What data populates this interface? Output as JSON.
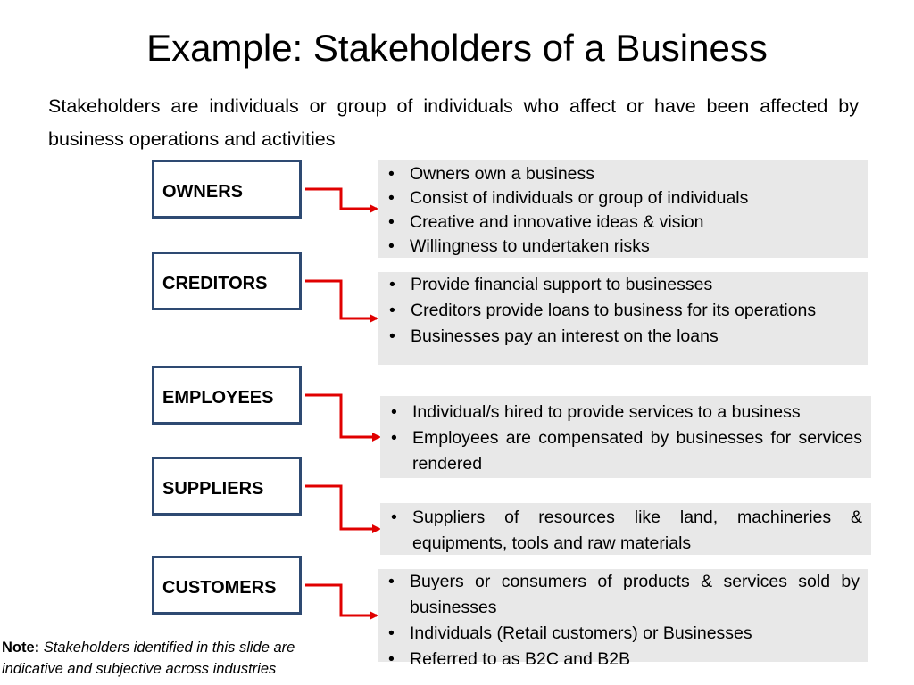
{
  "title": "Example: Stakeholders of a Business",
  "intro": "Stakeholders are individuals or group of individuals who affect or have been affected by business operations and activities",
  "colors": {
    "box_border": "#2e4a72",
    "arrow": "#e00000",
    "panel_bg": "#e8e8e8"
  },
  "stakeholders": [
    {
      "label": "OWNERS",
      "points": [
        "Owners own a business",
        "Consist of individuals or group of individuals",
        "Creative and innovative ideas & vision",
        "Willingness to undertaken risks"
      ]
    },
    {
      "label": "CREDITORS",
      "points": [
        "Provide financial support to businesses",
        "Creditors provide loans to business for its operations",
        "Businesses pay an interest on the loans"
      ]
    },
    {
      "label": "EMPLOYEES",
      "points": [
        "Individual/s hired to provide services to a business",
        "Employees are compensated by businesses for services rendered"
      ]
    },
    {
      "label": "SUPPLIERS",
      "points": [
        "Suppliers of resources like land, machineries & equipments, tools and raw materials"
      ]
    },
    {
      "label": "CUSTOMERS",
      "points": [
        "Buyers or consumers of products & services sold by businesses",
        "Individuals (Retail customers) or Businesses",
        "Referred to as B2C and B2B"
      ]
    }
  ],
  "note": {
    "label": "Note:",
    "text": "Stakeholders identified in this slide are indicative and subjective across industries"
  }
}
